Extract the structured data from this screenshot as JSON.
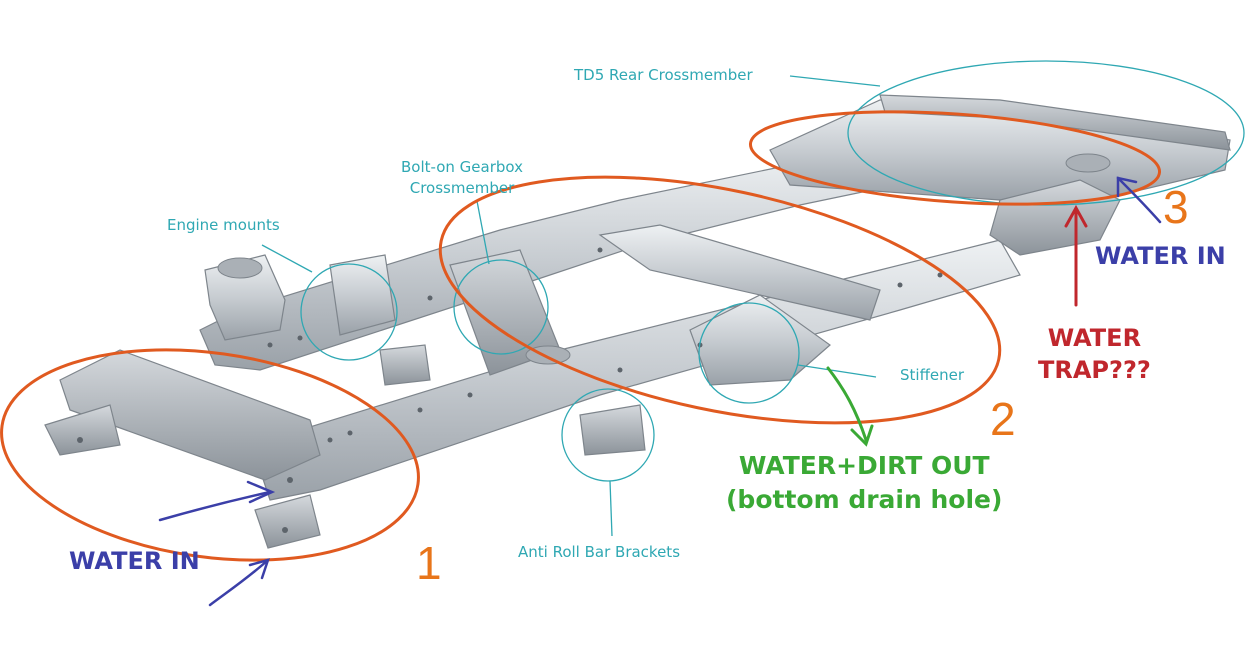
{
  "callouts": {
    "rear_crossmember": "TD5 Rear Crossmember",
    "gearbox_crossmember_line1": "Bolt-on Gearbox",
    "gearbox_crossmember_line2": "Crossmember",
    "engine_mounts": "Engine mounts",
    "stiffener": "Stiffener",
    "anti_roll_bar_brackets": "Anti Roll Bar Brackets"
  },
  "zones": {
    "zone_1": "1",
    "zone_2": "2",
    "zone_3": "3"
  },
  "annotations": {
    "water_in_front": "WATER IN",
    "water_in_rear": "WATER IN",
    "water_trap_line1": "WATER",
    "water_trap_line2": "TRAP???",
    "water_dirt_out_line1": "WATER+DIRT OUT",
    "water_dirt_out_line2": "(bottom drain hole)"
  },
  "colors": {
    "callout_teal": "#2fa8b3",
    "zone_orange": "#e8751a",
    "water_in_blue": "#3b3fa8",
    "water_trap_red": "#c0272d",
    "drain_green": "#3aa935",
    "chassis_steel": "#c9ced3"
  }
}
